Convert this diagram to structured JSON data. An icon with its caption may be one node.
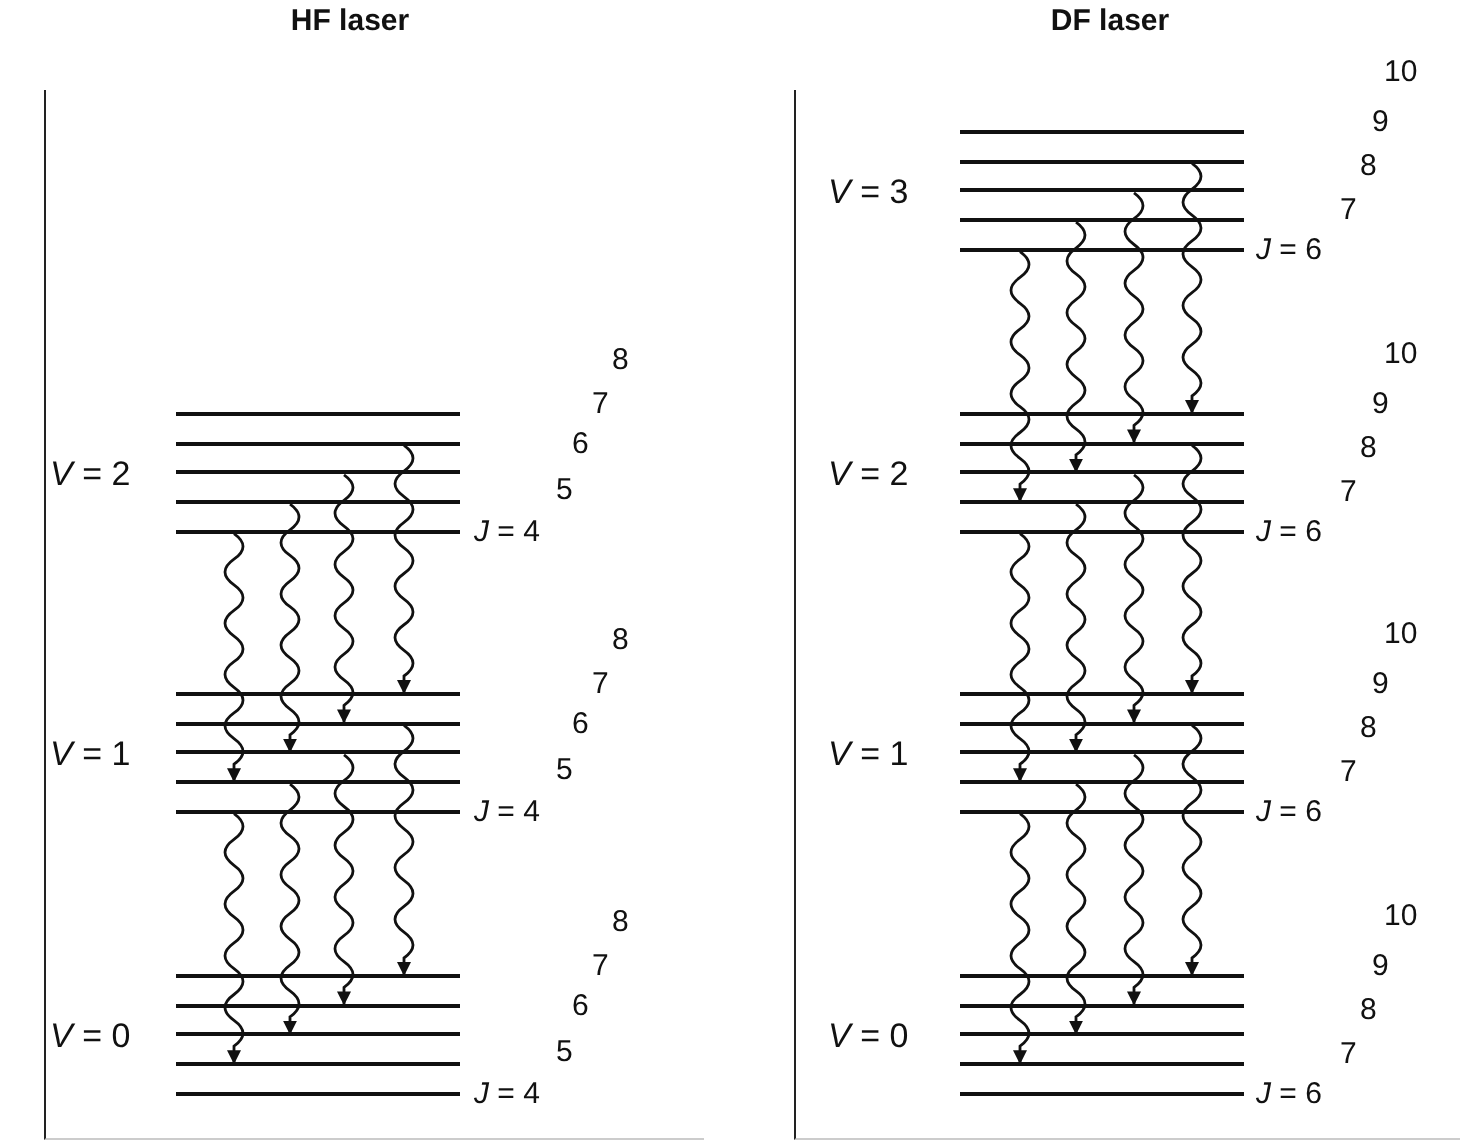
{
  "diagram": {
    "nodes": [
      {
        "text": [
          "HF laser"
        ]
      },
      {
        "text": [],
        "shape": "bar",
        "in": 0
      },
      {
        "text": [],
        "shape": "bar",
        "in": 0
      },
      {
        "text": [],
        "shape": "bar",
        "in": 0
      },
      {
        "text": [],
        "shape": "bar",
        "in": 0
      },
      {
        "text": [],
        "shape": "bar",
        "in": 0,
        "beside": [
          "*J* = 4"
        ]
      },
      {
        "text": [],
        "shape": "bar",
        "in": 0
      },
      {
        "text": [],
        "shape": "bar",
        "in": 0
      },
      {
        "text": [],
        "shape": "bar",
        "in": 0
      },
      {
        "text": [],
        "shape": "bar",
        "in": 0
      },
      {
        "text": [],
        "shape": "bar",
        "in": 0,
        "beside": [
          "*J* = 4"
        ]
      },
      {
        "text": [],
        "shape": "bar",
        "in": 0
      },
      {
        "text": [],
        "shape": "bar",
        "in": 0
      },
      {
        "text": [],
        "shape": "bar",
        "in": 0
      },
      {
        "text": [],
        "shape": "bar",
        "in": 0
      },
      {
        "text": [],
        "shape": "bar",
        "in": 0,
        "beside": [
          "*J* = 4"
        ]
      },
      {
        "text": [
          "DF laser"
        ]
      },
      {
        "text": [],
        "shape": "bar",
        "in": 16
      },
      {
        "text": [],
        "shape": "bar",
        "in": 16
      },
      {
        "text": [],
        "shape": "bar",
        "in": 16
      },
      {
        "text": [],
        "shape": "bar",
        "in": 16
      },
      {
        "text": [],
        "shape": "bar",
        "in": 16,
        "beside": [
          "*J* = 6"
        ]
      },
      {
        "text": [],
        "shape": "bar",
        "in": 16
      },
      {
        "text": [],
        "shape": "bar",
        "in": 16
      },
      {
        "text": [],
        "shape": "bar",
        "in": 16
      },
      {
        "text": [],
        "shape": "bar",
        "in": 16
      },
      {
        "text": [],
        "shape": "bar",
        "in": 16,
        "beside": [
          "*J* = 6"
        ]
      },
      {
        "text": [],
        "shape": "bar",
        "in": 16
      },
      {
        "text": [],
        "shape": "bar",
        "in": 16
      },
      {
        "text": [],
        "shape": "bar",
        "in": 16
      },
      {
        "text": [],
        "shape": "bar",
        "in": 16
      },
      {
        "text": [],
        "shape": "bar",
        "in": 16,
        "beside": [
          "*J* = 6"
        ]
      },
      {
        "text": [],
        "shape": "bar",
        "in": 16
      },
      {
        "text": [],
        "shape": "bar",
        "in": 16
      },
      {
        "text": [],
        "shape": "bar",
        "in": 16
      },
      {
        "text": [],
        "shape": "bar",
        "in": 16
      },
      {
        "text": [],
        "shape": "bar",
        "in": 16,
        "beside": [
          "*J* = 6"
        ]
      }
    ],
    "edges": [
      {
        "from": 5,
        "to": 9,
        "arrow": "to"
      },
      {
        "from": 4,
        "to": 8,
        "arrow": "to"
      },
      {
        "from": 3,
        "to": 7,
        "arrow": "to"
      },
      {
        "from": 2,
        "to": 6,
        "arrow": "to"
      },
      {
        "from": 10,
        "to": 14,
        "arrow": "to"
      },
      {
        "from": 9,
        "to": 13,
        "arrow": "to"
      },
      {
        "from": 8,
        "to": 12,
        "arrow": "to"
      },
      {
        "from": 7,
        "to": 11,
        "arrow": "to"
      },
      {
        "from": 21,
        "to": 25,
        "arrow": "to"
      },
      {
        "from": 20,
        "to": 24,
        "arrow": "to"
      },
      {
        "from": 19,
        "to": 23,
        "arrow": "to"
      },
      {
        "from": 18,
        "to": 22,
        "arrow": "to"
      },
      {
        "from": 26,
        "to": 30,
        "arrow": "to"
      },
      {
        "from": 25,
        "to": 29,
        "arrow": "to"
      },
      {
        "from": 24,
        "to": 28,
        "arrow": "to"
      },
      {
        "from": 23,
        "to": 27,
        "arrow": "to"
      },
      {
        "from": 31,
        "to": 35,
        "arrow": "to"
      },
      {
        "from": 30,
        "to": 34,
        "arrow": "to"
      },
      {
        "from": 29,
        "to": 33,
        "arrow": "to"
      },
      {
        "from": 28,
        "to": 32,
        "arrow": "to"
      }
    ],
    "labels": [
      "8",
      "7",
      "6",
      "*V* = 2",
      "5",
      "8",
      "7",
      "6",
      "*V* = 1",
      "5",
      "8",
      "7",
      "6",
      "*V* = 0",
      "5",
      "10",
      "9",
      "8",
      "*V* = 3",
      "7",
      "10",
      "9",
      "8",
      "*V* = 2",
      "7",
      "10",
      "9",
      "8",
      "*V* = 1",
      "7",
      "10",
      "9",
      "8",
      "*V* = 0",
      "7"
    ]
  }
}
